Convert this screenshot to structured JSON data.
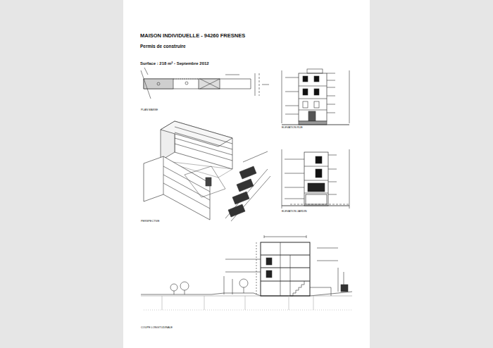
{
  "diagram": {
    "title": "MAISON INDIVIDUELLE - 94260 FRESNES",
    "labels": [
      "Permis de construire",
      "Surface : 218 m² - Septembre 2012",
      "PLAN MASSE",
      "ELEVATION RUE",
      "PERSPECTIVE",
      "ELEVATION JARDIN",
      "COUPE LONGITUDINALE"
    ]
  }
}
